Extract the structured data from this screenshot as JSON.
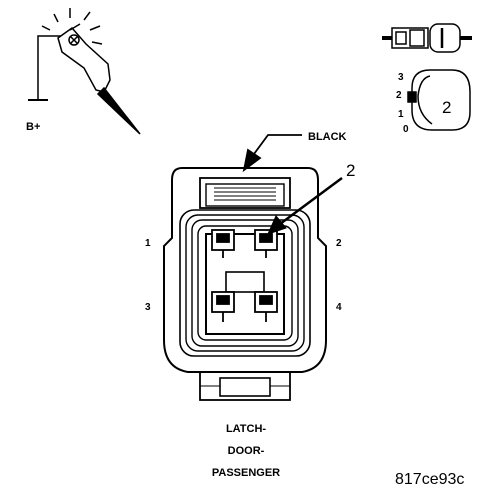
{
  "probe": {
    "label": "B+",
    "icon": "test-light-probe-icon"
  },
  "key_position": {
    "label": "2",
    "ticks": [
      "3",
      "2",
      "1",
      "0"
    ],
    "icon": "key-cylinder-icon"
  },
  "terminal_icon": "terminal-connector-icon",
  "connector": {
    "color_label": "BLACK",
    "callout_label": "2",
    "pins": [
      "1",
      "2",
      "3",
      "4"
    ],
    "name_lines": [
      "LATCH-",
      "DOOR-",
      "PASSENGER"
    ]
  },
  "figure_code": "817ce93c"
}
